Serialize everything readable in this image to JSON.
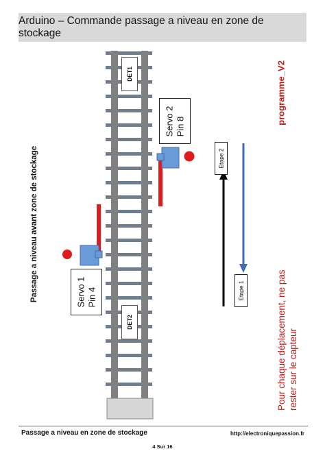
{
  "header": {
    "title": "Arduino – Commande passage a niveau en zone de stockage"
  },
  "side_label": "Passage a niveau avant zone de stockage",
  "program_label": "programme_V2",
  "detectors": {
    "det1": "DET1",
    "det2": "DET2"
  },
  "servo1": {
    "line1": "Servo 1",
    "line2": "Pin 4"
  },
  "servo2": {
    "line1": "Servo 2",
    "line2": "Pin 8"
  },
  "steps": {
    "etape1": "Etape 1",
    "etape2": "Etape 2"
  },
  "note": {
    "line1": "Pour chaque déplacement, ne pas",
    "line2": "rester sur le capteur"
  },
  "footer": {
    "left": "Passage a niveau en zone de stockage",
    "right": "http://electroniquepassion.fr",
    "page": "4 Sur 16"
  },
  "colors": {
    "rail": "#808080",
    "tie": "#6f7d8c",
    "servo": "#6b9bd6",
    "barrier": "#e01b1b",
    "arrow_blue": "#3e6db5",
    "note_red": "#c0201a"
  }
}
